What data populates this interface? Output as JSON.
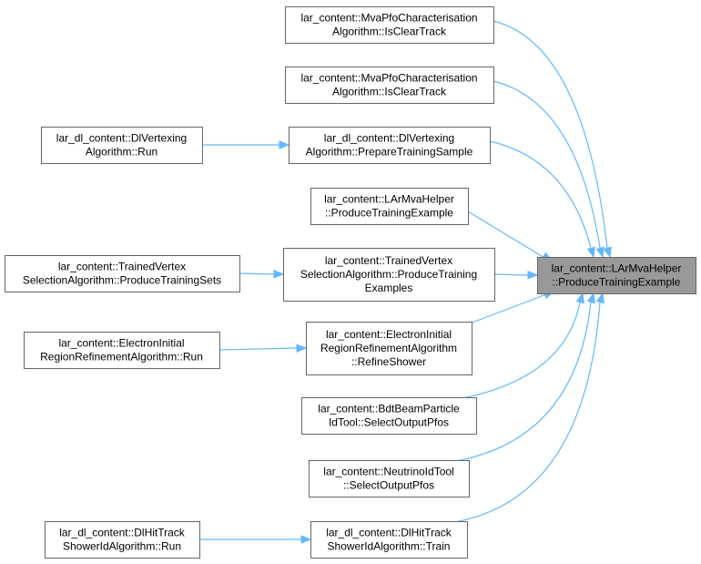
{
  "graph": {
    "target": {
      "id": "target",
      "lines": [
        "lar_content::LArMvaHelper",
        "::ProduceTrainingExample"
      ]
    },
    "nodes": [
      {
        "id": "n1",
        "lines": [
          "lar_content::MvaPfoCharacterisation",
          "Algorithm::IsClearTrack"
        ]
      },
      {
        "id": "n2",
        "lines": [
          "lar_content::MvaPfoCharacterisation",
          "Algorithm::IsClearTrack"
        ]
      },
      {
        "id": "n3",
        "lines": [
          "lar_dl_content::DlVertexing",
          "Algorithm::PrepareTrainingSample"
        ]
      },
      {
        "id": "n4",
        "lines": [
          "lar_content::LArMvaHelper",
          "::ProduceTrainingExample"
        ]
      },
      {
        "id": "n5",
        "lines": [
          "lar_content::TrainedVertex",
          "SelectionAlgorithm::ProduceTraining",
          "Examples"
        ]
      },
      {
        "id": "n6",
        "lines": [
          "lar_content::ElectronInitial",
          "RegionRefinementAlgorithm",
          "::RefineShower"
        ]
      },
      {
        "id": "n7",
        "lines": [
          "lar_content::BdtBeamParticle",
          "IdTool::SelectOutputPfos"
        ]
      },
      {
        "id": "n8",
        "lines": [
          "lar_content::NeutrinoIdTool",
          "::SelectOutputPfos"
        ]
      },
      {
        "id": "n9",
        "lines": [
          "lar_dl_content::DlHitTrack",
          "ShowerIdAlgorithm::Train"
        ]
      },
      {
        "id": "c3",
        "lines": [
          "lar_dl_content::DlVertexing",
          "Algorithm::Run"
        ]
      },
      {
        "id": "c5",
        "lines": [
          "lar_content::TrainedVertex",
          "SelectionAlgorithm::ProduceTrainingSets"
        ]
      },
      {
        "id": "c6",
        "lines": [
          "lar_content::ElectronInitial",
          "RegionRefinementAlgorithm::Run"
        ]
      },
      {
        "id": "c9",
        "lines": [
          "lar_dl_content::DlHitTrack",
          "ShowerIdAlgorithm::Run"
        ]
      }
    ],
    "edges": [
      {
        "from": "n1",
        "to": "target"
      },
      {
        "from": "n2",
        "to": "target"
      },
      {
        "from": "n3",
        "to": "target"
      },
      {
        "from": "n4",
        "to": "target"
      },
      {
        "from": "n5",
        "to": "target"
      },
      {
        "from": "n6",
        "to": "target"
      },
      {
        "from": "n7",
        "to": "target"
      },
      {
        "from": "n8",
        "to": "target"
      },
      {
        "from": "n9",
        "to": "target"
      },
      {
        "from": "c3",
        "to": "n3"
      },
      {
        "from": "c5",
        "to": "n5"
      },
      {
        "from": "c6",
        "to": "n6"
      },
      {
        "from": "c9",
        "to": "n9"
      }
    ],
    "colors": {
      "edge": "#63b8ff",
      "node_border": "#666666",
      "target_fill": "#999999",
      "node_fill": "#ffffff"
    }
  }
}
